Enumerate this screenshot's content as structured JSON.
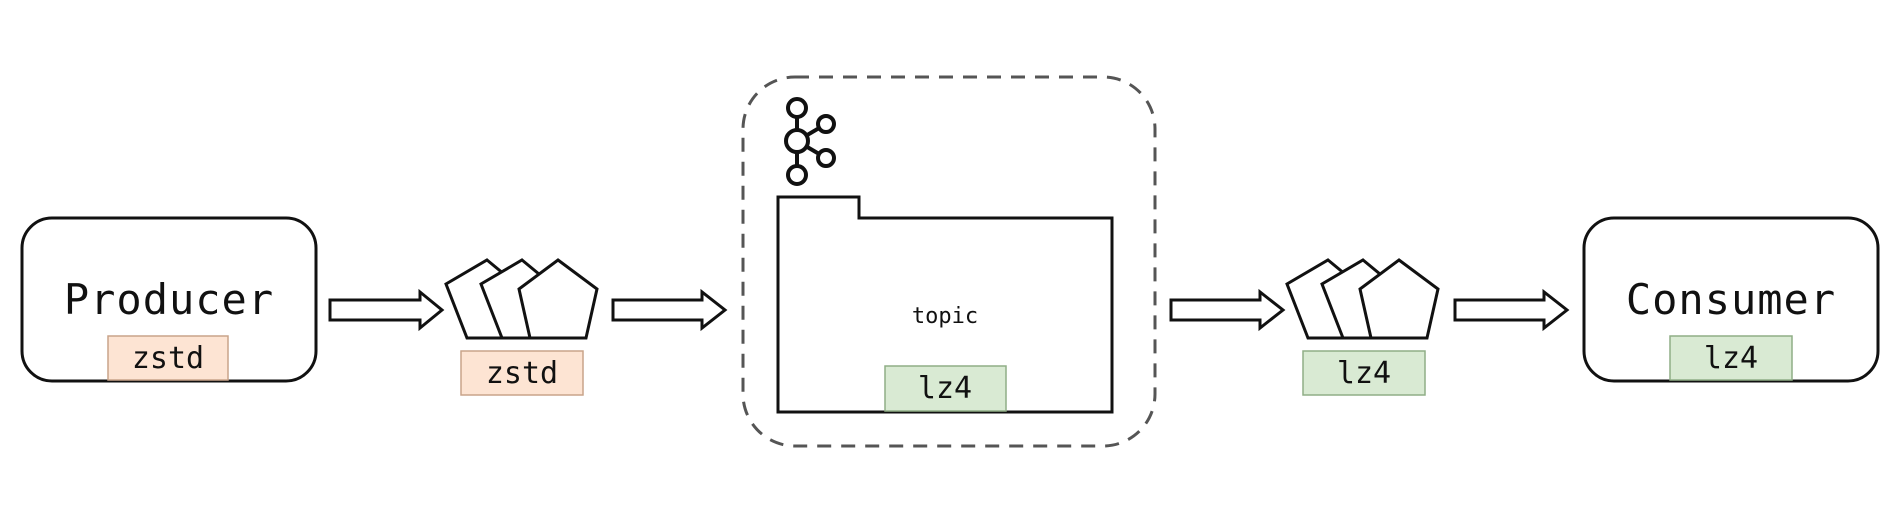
{
  "producer": {
    "label": "Producer",
    "compression": "zstd"
  },
  "producer_batch": {
    "compression": "zstd"
  },
  "broker": {
    "icon": "kafka-icon",
    "topic_label": "topic",
    "compression": "lz4"
  },
  "consumer_batch": {
    "compression": "lz4"
  },
  "consumer": {
    "label": "Consumer",
    "compression": "lz4"
  },
  "colors": {
    "zstd_fill": "#fde4d3",
    "zstd_border": "#c9a48a",
    "lz4_fill": "#d9ead3",
    "lz4_border": "#8fae86",
    "stroke": "#111111",
    "dash": "#555555"
  }
}
